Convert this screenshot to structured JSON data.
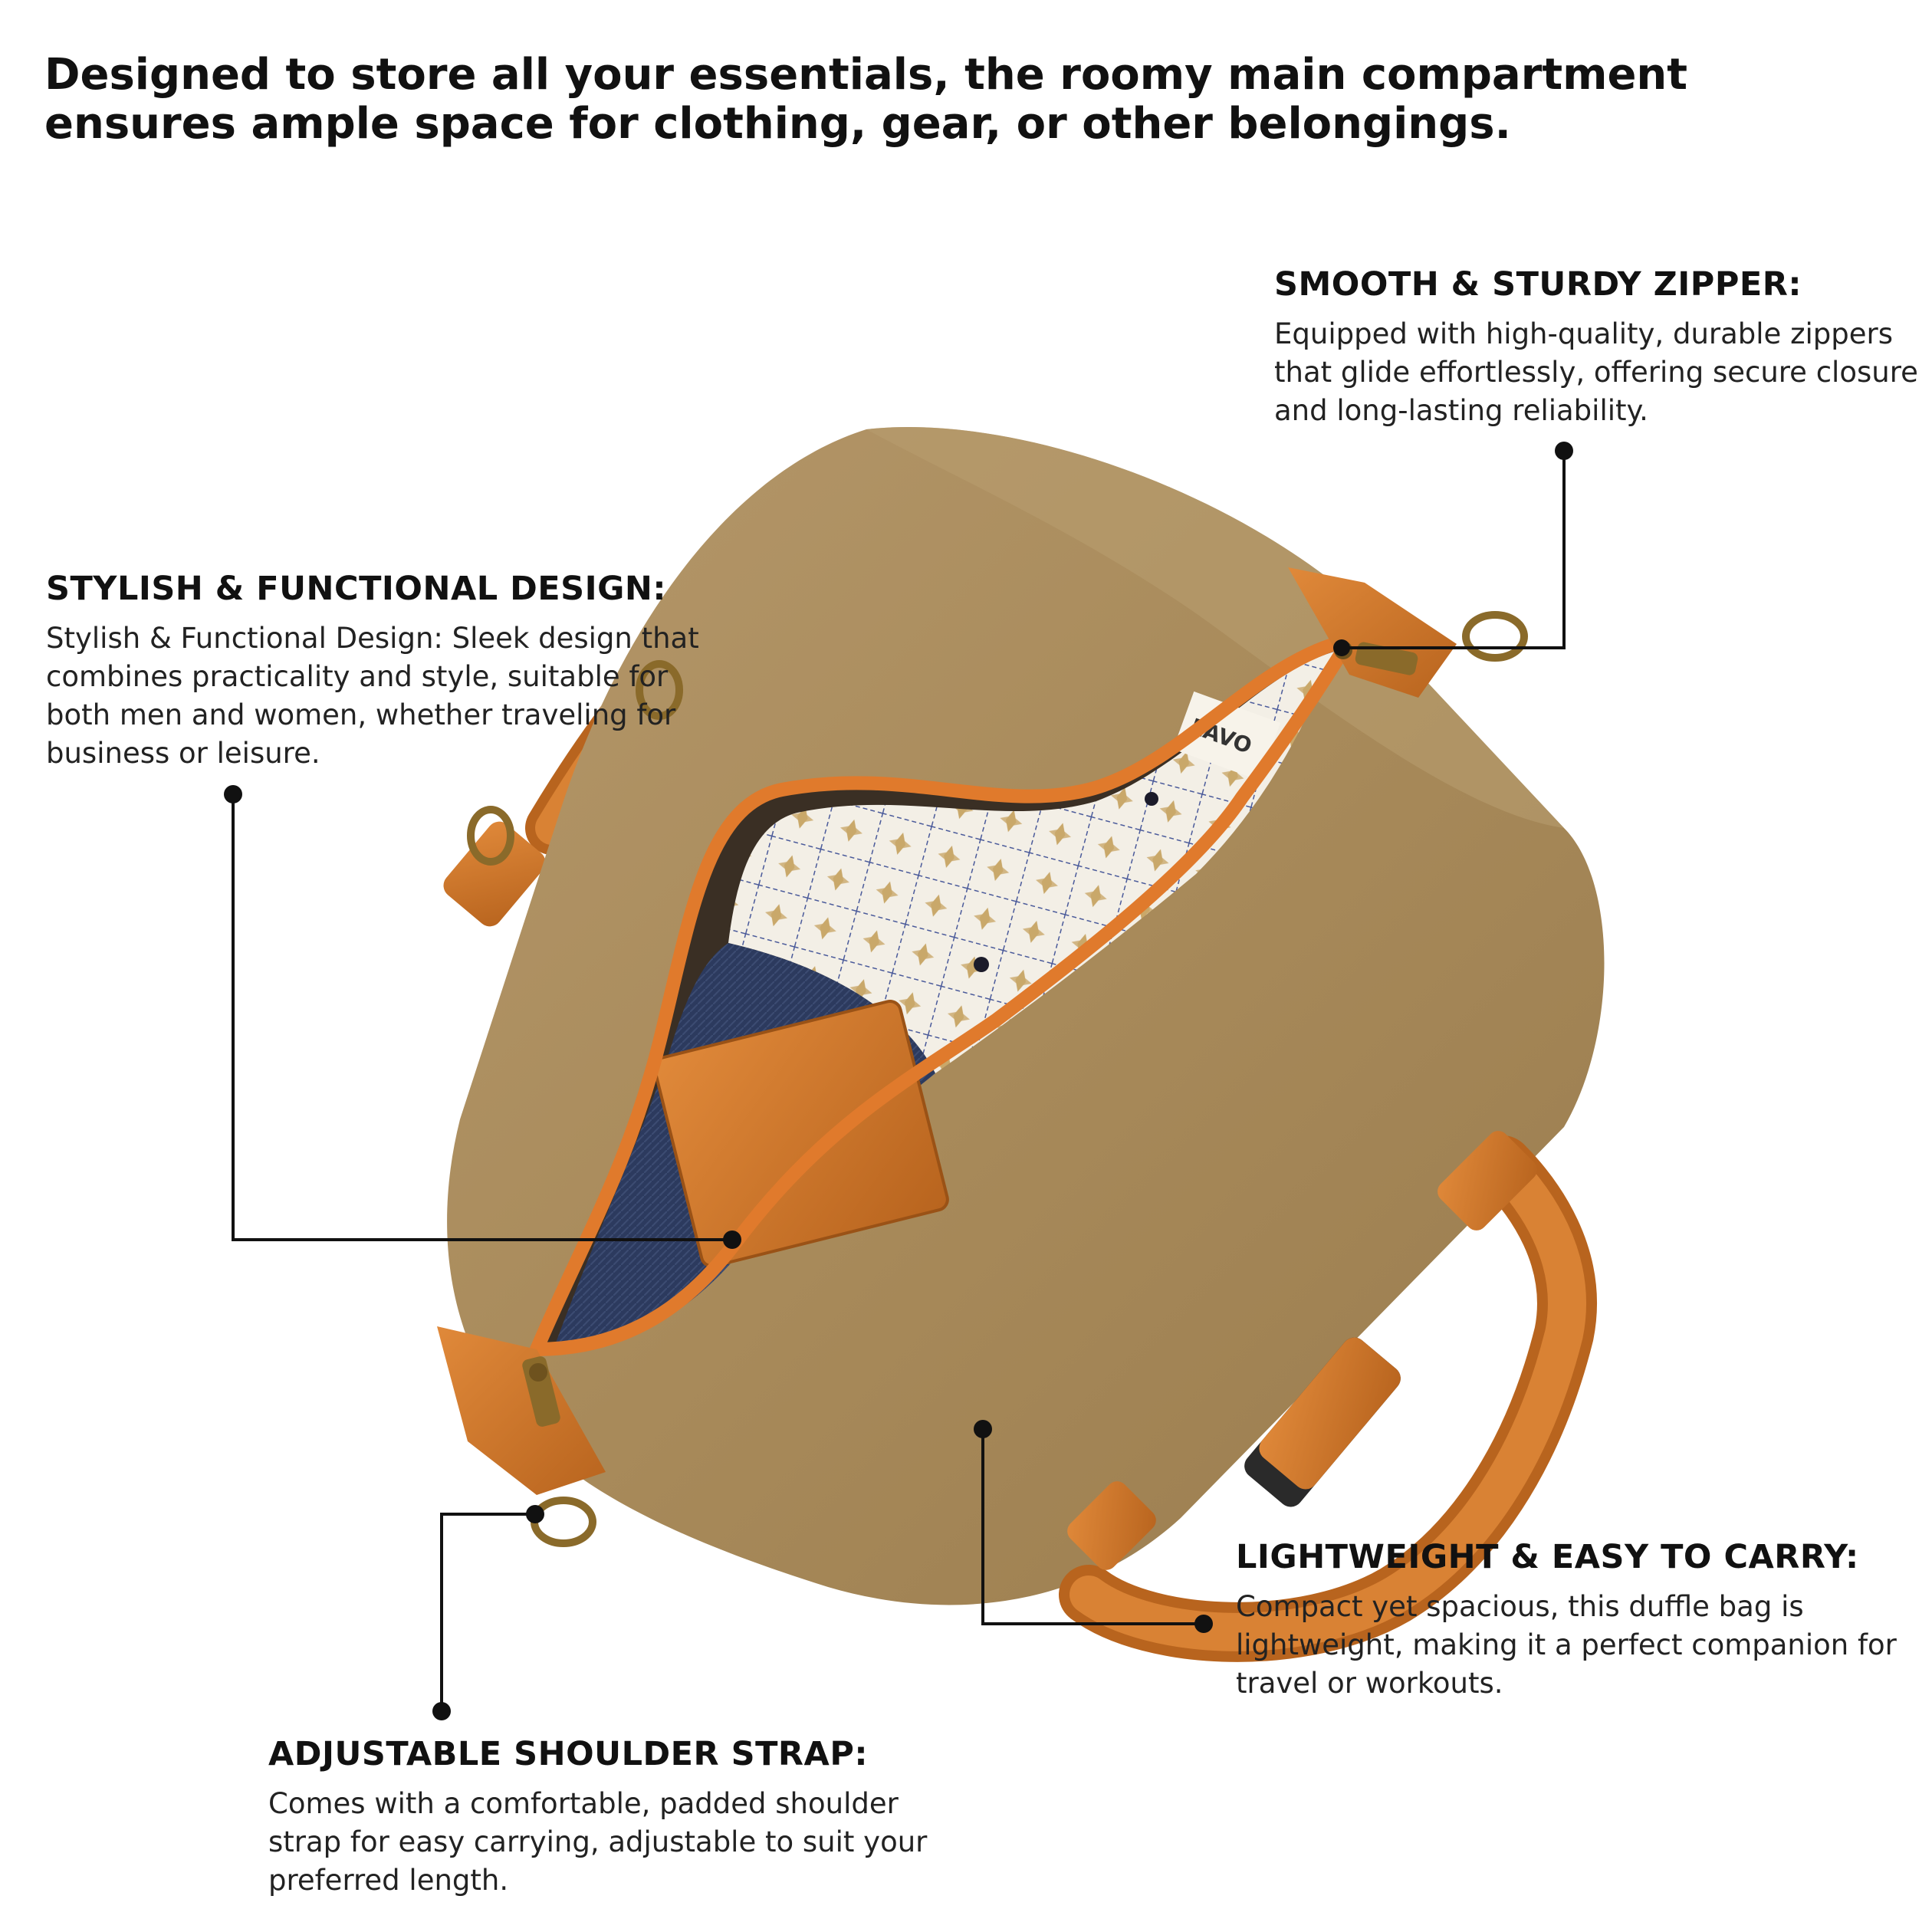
{
  "headline": "Designed to store all your essentials, the roomy main compartment ensures ample space for clothing, gear, or other belongings.",
  "features": {
    "zipper": {
      "title": "SMOOTH & STURDY ZIPPER:",
      "text": "Equipped with high-quality, durable zippers that glide effortlessly, offering secure closure and long-lasting reliability."
    },
    "design": {
      "title": "STYLISH & FUNCTIONAL DESIGN:",
      "text": "Stylish & Functional Design: Sleek design that combines practicality and style, suitable for both men and women, whether traveling for business or leisure."
    },
    "lightweight": {
      "title": "LIGHTWEIGHT & EASY TO CARRY:",
      "text": "Compact yet spacious, this duffle bag is lightweight, making it a perfect companion for travel or workouts."
    },
    "strap": {
      "title": "ADJUSTABLE SHOULDER STRAP:",
      "text": "Comes with a comfortable, padded shoulder strap for easy carrying, adjustable to suit your preferred length."
    }
  },
  "brand": "LAVO",
  "colors": {
    "canvas": "#a88a5a",
    "leather": "#cc7628",
    "zipper_tape": "#e07a2c",
    "denim": "#2c3a5e",
    "shirt": "#f3efe6",
    "hardware": "#8a6a2a",
    "callout_line": "#111111"
  }
}
